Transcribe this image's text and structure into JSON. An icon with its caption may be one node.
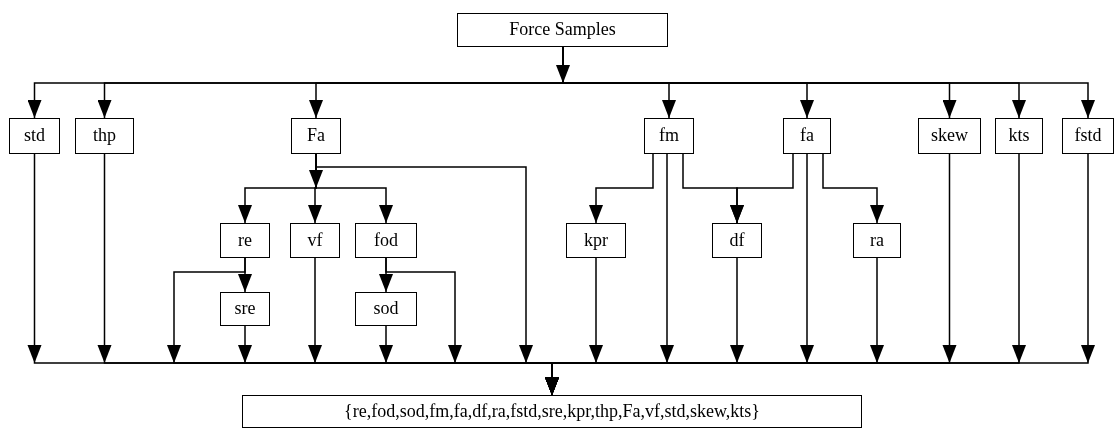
{
  "diagram": {
    "nodes": [
      {
        "text": [
          "Force Samples"
        ]
      },
      {
        "text": [
          "std"
        ]
      },
      {
        "text": [
          "thp"
        ]
      },
      {
        "text": [
          "Fa"
        ]
      },
      {
        "text": [
          "fm"
        ]
      },
      {
        "text": [
          "fa"
        ]
      },
      {
        "text": [
          "skew"
        ]
      },
      {
        "text": [
          "kts"
        ]
      },
      {
        "text": [
          "fstd"
        ]
      },
      {
        "text": [
          "re"
        ]
      },
      {
        "text": [
          "vf"
        ]
      },
      {
        "text": [
          "fod"
        ]
      },
      {
        "text": [
          "kpr"
        ]
      },
      {
        "text": [
          "df"
        ]
      },
      {
        "text": [
          "ra"
        ]
      },
      {
        "text": [
          "sre"
        ]
      },
      {
        "text": [
          "sod"
        ]
      },
      {
        "text": [
          "{re,fod,sod,fm,fa,df,ra,fstd,sre,kpr,thp,Fa,vf,std,skew,kts}"
        ]
      }
    ],
    "edges": [
      {
        "from": 0,
        "to": 1,
        "arrow": "to"
      },
      {
        "from": 0,
        "to": 2,
        "arrow": "to"
      },
      {
        "from": 0,
        "to": 3,
        "arrow": "to"
      },
      {
        "from": 0,
        "to": 4,
        "arrow": "to"
      },
      {
        "from": 0,
        "to": 5,
        "arrow": "to"
      },
      {
        "from": 0,
        "to": 6,
        "arrow": "to"
      },
      {
        "from": 0,
        "to": 7,
        "arrow": "to"
      },
      {
        "from": 0,
        "to": 8,
        "arrow": "to"
      },
      {
        "from": 3,
        "to": 9,
        "arrow": "to"
      },
      {
        "from": 3,
        "to": 10,
        "arrow": "to"
      },
      {
        "from": 3,
        "to": 11,
        "arrow": "to"
      },
      {
        "from": 9,
        "to": 15,
        "arrow": "to"
      },
      {
        "from": 11,
        "to": 16,
        "arrow": "to"
      },
      {
        "from": 4,
        "to": 12,
        "arrow": "to"
      },
      {
        "from": 4,
        "to": 13,
        "arrow": "to"
      },
      {
        "from": 5,
        "to": 13,
        "arrow": "to"
      },
      {
        "from": 5,
        "to": 14,
        "arrow": "to"
      },
      {
        "from": 1,
        "to": 17,
        "arrow": "to"
      },
      {
        "from": 2,
        "to": 17,
        "arrow": "to"
      },
      {
        "from": 9,
        "to": 17,
        "arrow": "to"
      },
      {
        "from": 15,
        "to": 17,
        "arrow": "to"
      },
      {
        "from": 10,
        "to": 17,
        "arrow": "to"
      },
      {
        "from": 16,
        "to": 17,
        "arrow": "to"
      },
      {
        "from": 11,
        "to": 17,
        "arrow": "to"
      },
      {
        "from": 3,
        "to": 17,
        "arrow": "to"
      },
      {
        "from": 12,
        "to": 17,
        "arrow": "to"
      },
      {
        "from": 4,
        "to": 17,
        "arrow": "to"
      },
      {
        "from": 13,
        "to": 17,
        "arrow": "to"
      },
      {
        "from": 5,
        "to": 17,
        "arrow": "to"
      },
      {
        "from": 14,
        "to": 17,
        "arrow": "to"
      },
      {
        "from": 6,
        "to": 17,
        "arrow": "to"
      },
      {
        "from": 7,
        "to": 17,
        "arrow": "to"
      },
      {
        "from": 8,
        "to": 17,
        "arrow": "to"
      }
    ]
  }
}
